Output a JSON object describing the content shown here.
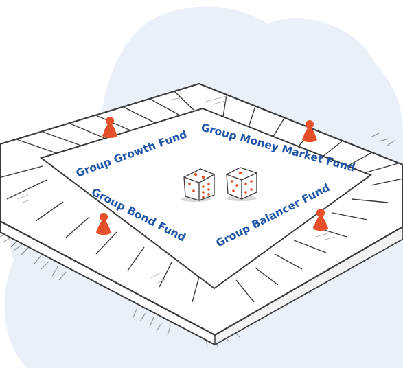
{
  "labels": {
    "growth": "Group Growth Fund",
    "money_market": "Group Money Market Fund",
    "bond": "Group Bond Fund",
    "balancer": "Group Balancer Fund"
  },
  "colors": {
    "background_blob": "#eaf0f8",
    "board_surface": "#ffffff",
    "outline": "#3a3a3a",
    "label_text": "#1f56a8",
    "game_pieces": "#e5502a",
    "dice_pips": "#e5502a",
    "dice_shadow": "#d8d8d8"
  },
  "icons": {
    "pieces": [
      "pawn-icon",
      "pawn-icon",
      "pawn-icon",
      "pawn-icon"
    ],
    "dice": [
      "die-icon",
      "die-icon"
    ]
  }
}
